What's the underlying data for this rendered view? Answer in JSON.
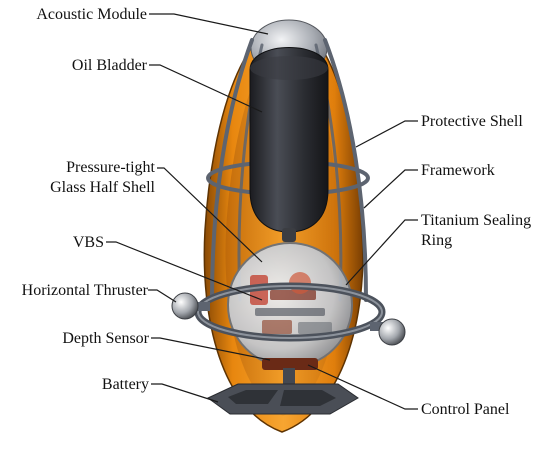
{
  "labels": {
    "acoustic_module": "Acoustic Module",
    "oil_bladder": "Oil Bladder",
    "pressure_tight_line1": "Pressure-tight",
    "pressure_tight_line2": "Glass Half Shell",
    "vbs": "VBS",
    "horizontal_thruster": "Horizontal Thruster",
    "depth_sensor": "Depth Sensor",
    "battery": "Battery",
    "protective_shell": "Protective Shell",
    "framework": "Framework",
    "titanium_line1": "Titanium Sealing",
    "titanium_line2": "Ring",
    "control_panel": "Control Panel"
  },
  "colors": {
    "shell_orange": "#e8870f",
    "shell_dark": "#8a4a05",
    "frame_gray": "#5d6470",
    "bladder_dark": "#2c2e33",
    "glass": "#c8ccd2",
    "background": "#ffffff"
  }
}
